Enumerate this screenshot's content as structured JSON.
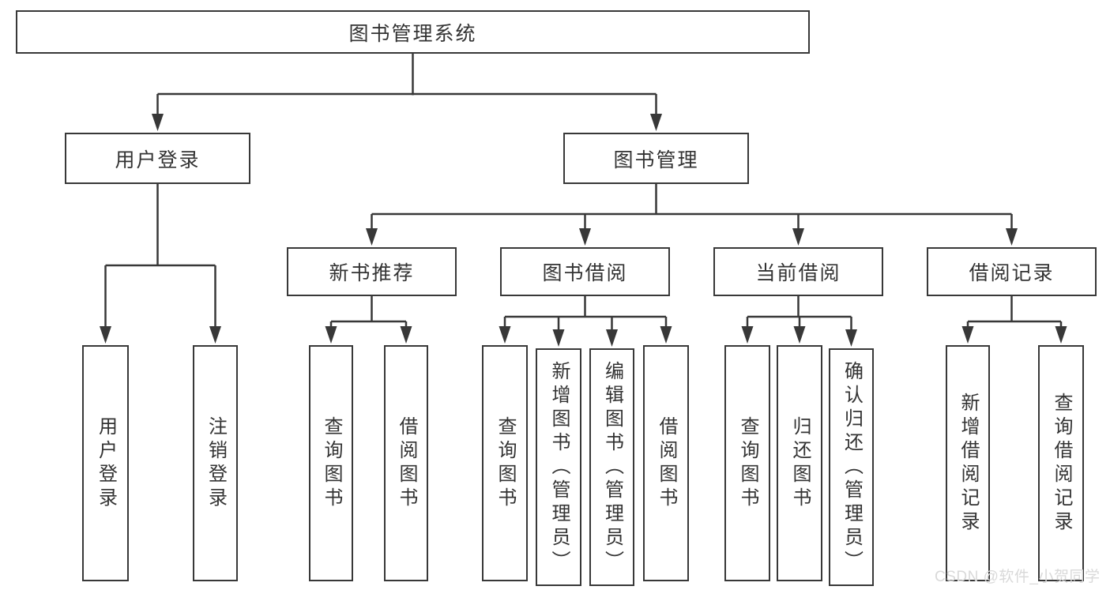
{
  "diagram_title": "图书管理系统",
  "watermark": "CSDN @软件_小贺同学",
  "colors": {
    "line": "#383838",
    "box_border": "#383838",
    "text": "#333333",
    "box_background": "#ffffff",
    "watermark_text": "#d9d9d9"
  },
  "nodes": {
    "root": {
      "label": "图书管理系统"
    },
    "user_login": {
      "label": "用户登录"
    },
    "book_mgmt": {
      "label": "图书管理"
    },
    "new_book_rec": {
      "label": "新书推荐"
    },
    "book_borrow": {
      "label": "图书借阅"
    },
    "current_borrow": {
      "label": "当前借阅"
    },
    "borrow_record": {
      "label": "借阅记录"
    },
    "leaf_user_login": {
      "label": "用户登录"
    },
    "leaf_logout": {
      "label": "注销登录"
    },
    "leaf_query_book_1": {
      "label": "查询图书"
    },
    "leaf_borrow_book_1": {
      "label": "借阅图书"
    },
    "leaf_query_book_2": {
      "label": "查询图书"
    },
    "leaf_add_book": {
      "label": "新增图书（管理员）"
    },
    "leaf_edit_book": {
      "label": "编辑图书（管理员）"
    },
    "leaf_borrow_book_2": {
      "label": "借阅图书"
    },
    "leaf_query_book_3": {
      "label": "查询图书"
    },
    "leaf_return_book": {
      "label": "归还图书"
    },
    "leaf_confirm_return": {
      "label": "确认归还（管理员）"
    },
    "leaf_add_record": {
      "label": "新增借阅记录"
    },
    "leaf_query_record": {
      "label": "查询借阅记录"
    }
  },
  "hierarchy": {
    "label": "图书管理系统",
    "children": [
      {
        "label": "用户登录",
        "children": [
          {
            "label": "用户登录"
          },
          {
            "label": "注销登录"
          }
        ]
      },
      {
        "label": "图书管理",
        "children": [
          {
            "label": "新书推荐",
            "children": [
              {
                "label": "查询图书"
              },
              {
                "label": "借阅图书"
              }
            ]
          },
          {
            "label": "图书借阅",
            "children": [
              {
                "label": "查询图书"
              },
              {
                "label": "新增图书（管理员）"
              },
              {
                "label": "编辑图书（管理员）"
              },
              {
                "label": "借阅图书"
              }
            ]
          },
          {
            "label": "当前借阅",
            "children": [
              {
                "label": "查询图书"
              },
              {
                "label": "归还图书"
              },
              {
                "label": "确认归还（管理员）"
              }
            ]
          },
          {
            "label": "借阅记录",
            "children": [
              {
                "label": "新增借阅记录"
              },
              {
                "label": "查询借阅记录"
              }
            ]
          }
        ]
      }
    ]
  }
}
